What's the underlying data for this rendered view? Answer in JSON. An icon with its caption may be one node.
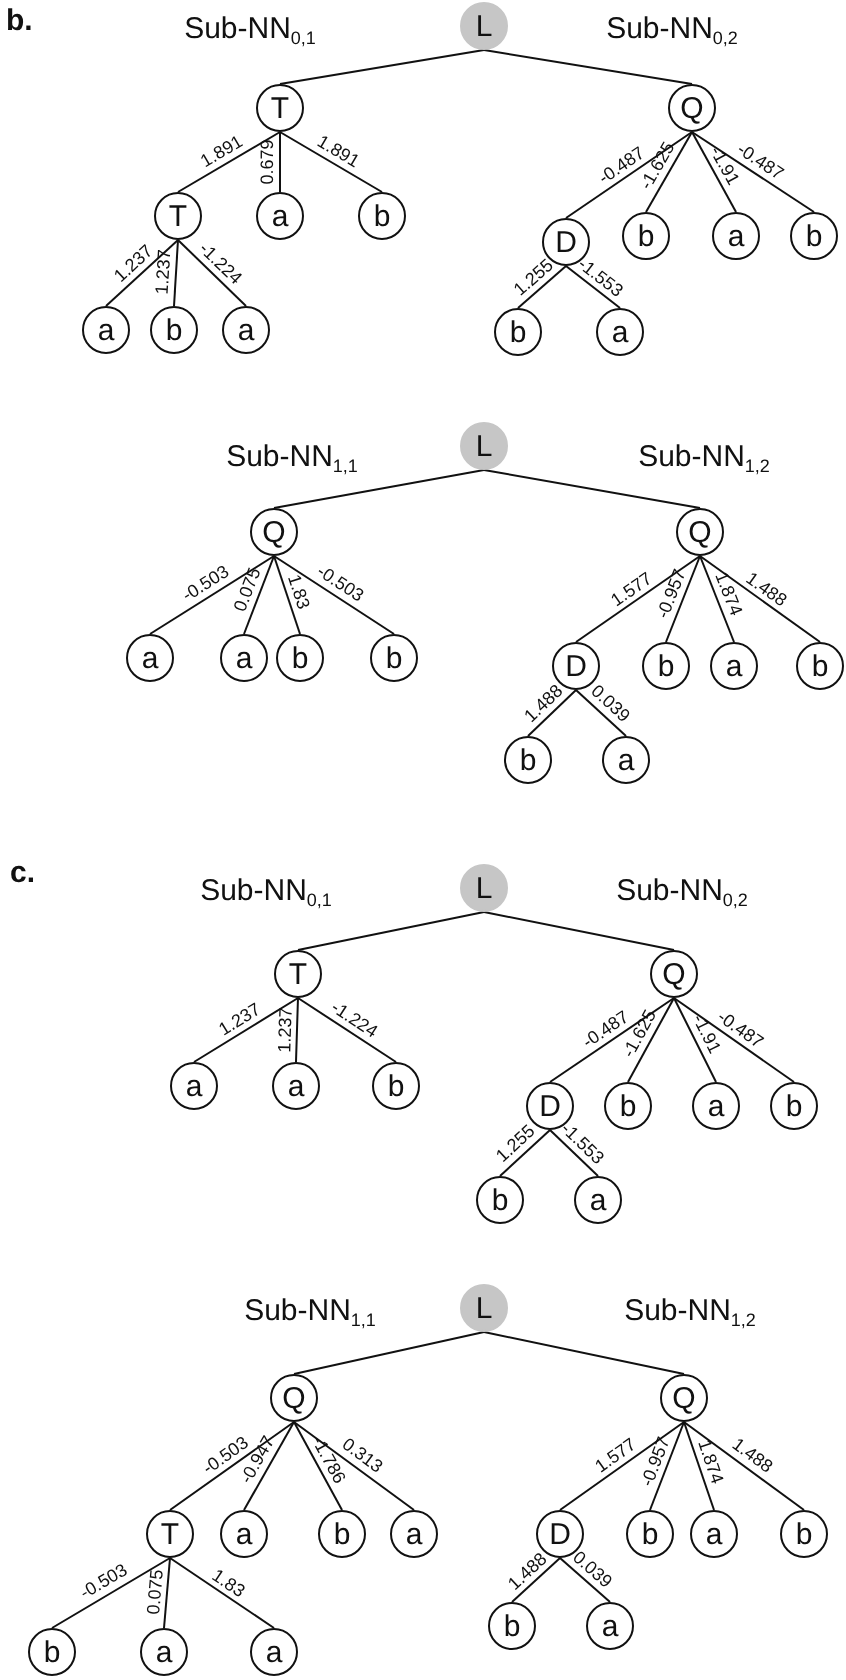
{
  "diagram": {
    "nodes": [
      {
        "text": [
          "L"
        ]
      },
      {
        "text": [
          "T"
        ]
      },
      {
        "text": [
          "Q"
        ]
      },
      {
        "text": [
          "T"
        ]
      },
      {
        "text": [
          "a"
        ]
      },
      {
        "text": [
          "b"
        ]
      },
      {
        "text": [
          "D"
        ]
      },
      {
        "text": [
          "b"
        ]
      },
      {
        "text": [
          "a"
        ]
      },
      {
        "text": [
          "b"
        ]
      },
      {
        "text": [
          "a"
        ]
      },
      {
        "text": [
          "b"
        ]
      },
      {
        "text": [
          "a"
        ]
      },
      {
        "text": [
          "b"
        ]
      },
      {
        "text": [
          "a"
        ]
      },
      {
        "text": [
          "L"
        ]
      },
      {
        "text": [
          "Q"
        ]
      },
      {
        "text": [
          "Q"
        ]
      },
      {
        "text": [
          "a"
        ]
      },
      {
        "text": [
          "a"
        ]
      },
      {
        "text": [
          "b"
        ]
      },
      {
        "text": [
          "b"
        ]
      },
      {
        "text": [
          "D"
        ]
      },
      {
        "text": [
          "b"
        ]
      },
      {
        "text": [
          "a"
        ]
      },
      {
        "text": [
          "b"
        ]
      },
      {
        "text": [
          "b"
        ]
      },
      {
        "text": [
          "a"
        ]
      },
      {
        "text": [
          "L"
        ]
      },
      {
        "text": [
          "T"
        ]
      },
      {
        "text": [
          "Q"
        ]
      },
      {
        "text": [
          "a"
        ]
      },
      {
        "text": [
          "a"
        ]
      },
      {
        "text": [
          "b"
        ]
      },
      {
        "text": [
          "D"
        ]
      },
      {
        "text": [
          "b"
        ]
      },
      {
        "text": [
          "a"
        ]
      },
      {
        "text": [
          "b"
        ]
      },
      {
        "text": [
          "b"
        ]
      },
      {
        "text": [
          "a"
        ]
      },
      {
        "text": [
          "L"
        ]
      },
      {
        "text": [
          "Q"
        ]
      },
      {
        "text": [
          "Q"
        ]
      },
      {
        "text": [
          "T"
        ]
      },
      {
        "text": [
          "a"
        ]
      },
      {
        "text": [
          "b"
        ]
      },
      {
        "text": [
          "a"
        ]
      },
      {
        "text": [
          "D"
        ]
      },
      {
        "text": [
          "b"
        ]
      },
      {
        "text": [
          "a"
        ]
      },
      {
        "text": [
          "b"
        ]
      },
      {
        "text": [
          "b"
        ]
      },
      {
        "text": [
          "a"
        ]
      },
      {
        "text": [
          "a"
        ]
      },
      {
        "text": [
          "b"
        ]
      },
      {
        "text": [
          "a"
        ]
      }
    ],
    "edges": [
      {
        "from": 0,
        "to": 1,
        "arrow": "none"
      },
      {
        "from": 0,
        "to": 2,
        "arrow": "none"
      },
      {
        "from": 1,
        "to": 3,
        "arrow": "none",
        "label": "1.891"
      },
      {
        "from": 1,
        "to": 4,
        "arrow": "none",
        "label": "0.679"
      },
      {
        "from": 1,
        "to": 5,
        "arrow": "none",
        "label": "1.891"
      },
      {
        "from": 2,
        "to": 6,
        "arrow": "none",
        "label": "-0.487"
      },
      {
        "from": 2,
        "to": 7,
        "arrow": "none",
        "label": "-1.625"
      },
      {
        "from": 2,
        "to": 8,
        "arrow": "none",
        "label": "-1.91"
      },
      {
        "from": 2,
        "to": 9,
        "arrow": "none",
        "label": "-0.487"
      },
      {
        "from": 3,
        "to": 10,
        "arrow": "none",
        "label": "1.237"
      },
      {
        "from": 3,
        "to": 11,
        "arrow": "none",
        "label": "1.237"
      },
      {
        "from": 3,
        "to": 12,
        "arrow": "none",
        "label": "-1.224"
      },
      {
        "from": 6,
        "to": 13,
        "arrow": "none",
        "label": "1.255"
      },
      {
        "from": 6,
        "to": 14,
        "arrow": "none",
        "label": "-1.553"
      },
      {
        "from": 15,
        "to": 16,
        "arrow": "none"
      },
      {
        "from": 15,
        "to": 17,
        "arrow": "none"
      },
      {
        "from": 16,
        "to": 18,
        "arrow": "none",
        "label": "-0.503"
      },
      {
        "from": 16,
        "to": 19,
        "arrow": "none",
        "label": "0.075"
      },
      {
        "from": 16,
        "to": 20,
        "arrow": "none",
        "label": "1.83"
      },
      {
        "from": 16,
        "to": 21,
        "arrow": "none",
        "label": "-0.503"
      },
      {
        "from": 17,
        "to": 22,
        "arrow": "none",
        "label": "1.577"
      },
      {
        "from": 17,
        "to": 23,
        "arrow": "none",
        "label": "-0.957"
      },
      {
        "from": 17,
        "to": 24,
        "arrow": "none",
        "label": "1.874"
      },
      {
        "from": 17,
        "to": 25,
        "arrow": "none",
        "label": "1.488"
      },
      {
        "from": 22,
        "to": 26,
        "arrow": "none",
        "label": "1.488"
      },
      {
        "from": 22,
        "to": 27,
        "arrow": "none",
        "label": "0.039"
      },
      {
        "from": 28,
        "to": 29,
        "arrow": "none"
      },
      {
        "from": 28,
        "to": 30,
        "arrow": "none"
      },
      {
        "from": 29,
        "to": 31,
        "arrow": "none",
        "label": "1.237"
      },
      {
        "from": 29,
        "to": 32,
        "arrow": "none",
        "label": "1.237"
      },
      {
        "from": 29,
        "to": 33,
        "arrow": "none",
        "label": "-1.224"
      },
      {
        "from": 30,
        "to": 34,
        "arrow": "none",
        "label": "-0.487"
      },
      {
        "from": 30,
        "to": 35,
        "arrow": "none",
        "label": "-1.625"
      },
      {
        "from": 30,
        "to": 36,
        "arrow": "none",
        "label": "-1.91"
      },
      {
        "from": 30,
        "to": 37,
        "arrow": "none",
        "label": "-0.487"
      },
      {
        "from": 34,
        "to": 38,
        "arrow": "none",
        "label": "1.255"
      },
      {
        "from": 34,
        "to": 39,
        "arrow": "none",
        "label": "-1.553"
      },
      {
        "from": 40,
        "to": 41,
        "arrow": "none"
      },
      {
        "from": 40,
        "to": 42,
        "arrow": "none"
      },
      {
        "from": 41,
        "to": 43,
        "arrow": "none",
        "label": "-0.503"
      },
      {
        "from": 41,
        "to": 44,
        "arrow": "none",
        "label": "-0.947"
      },
      {
        "from": 41,
        "to": 45,
        "arrow": "none",
        "label": "-1.786"
      },
      {
        "from": 41,
        "to": 46,
        "arrow": "none",
        "label": "0.313"
      },
      {
        "from": 42,
        "to": 47,
        "arrow": "none",
        "label": "1.577"
      },
      {
        "from": 42,
        "to": 48,
        "arrow": "none",
        "label": "-0.957"
      },
      {
        "from": 42,
        "to": 49,
        "arrow": "none",
        "label": "1.874"
      },
      {
        "from": 42,
        "to": 50,
        "arrow": "none",
        "label": "1.488"
      },
      {
        "from": 43,
        "to": 51,
        "arrow": "none",
        "label": "-0.503"
      },
      {
        "from": 43,
        "to": 52,
        "arrow": "none",
        "label": "0.075"
      },
      {
        "from": 43,
        "to": 53,
        "arrow": "none",
        "label": "1.83"
      },
      {
        "from": 47,
        "to": 54,
        "arrow": "none",
        "label": "1.488"
      },
      {
        "from": 47,
        "to": 55,
        "arrow": "none",
        "label": "0.039"
      }
    ],
    "labels": [
      "b.",
      "Sub-NN$_{0,1}$",
      "Sub-NN$_{0,2}$",
      "Sub-NN$_{1,1}$",
      "Sub-NN$_{1,2}$",
      "c.",
      "Sub-NN$_{0,1}$",
      "Sub-NN$_{0,2}$",
      "Sub-NN$_{1,1}$",
      "Sub-NN$_{1,2}$"
    ]
  }
}
